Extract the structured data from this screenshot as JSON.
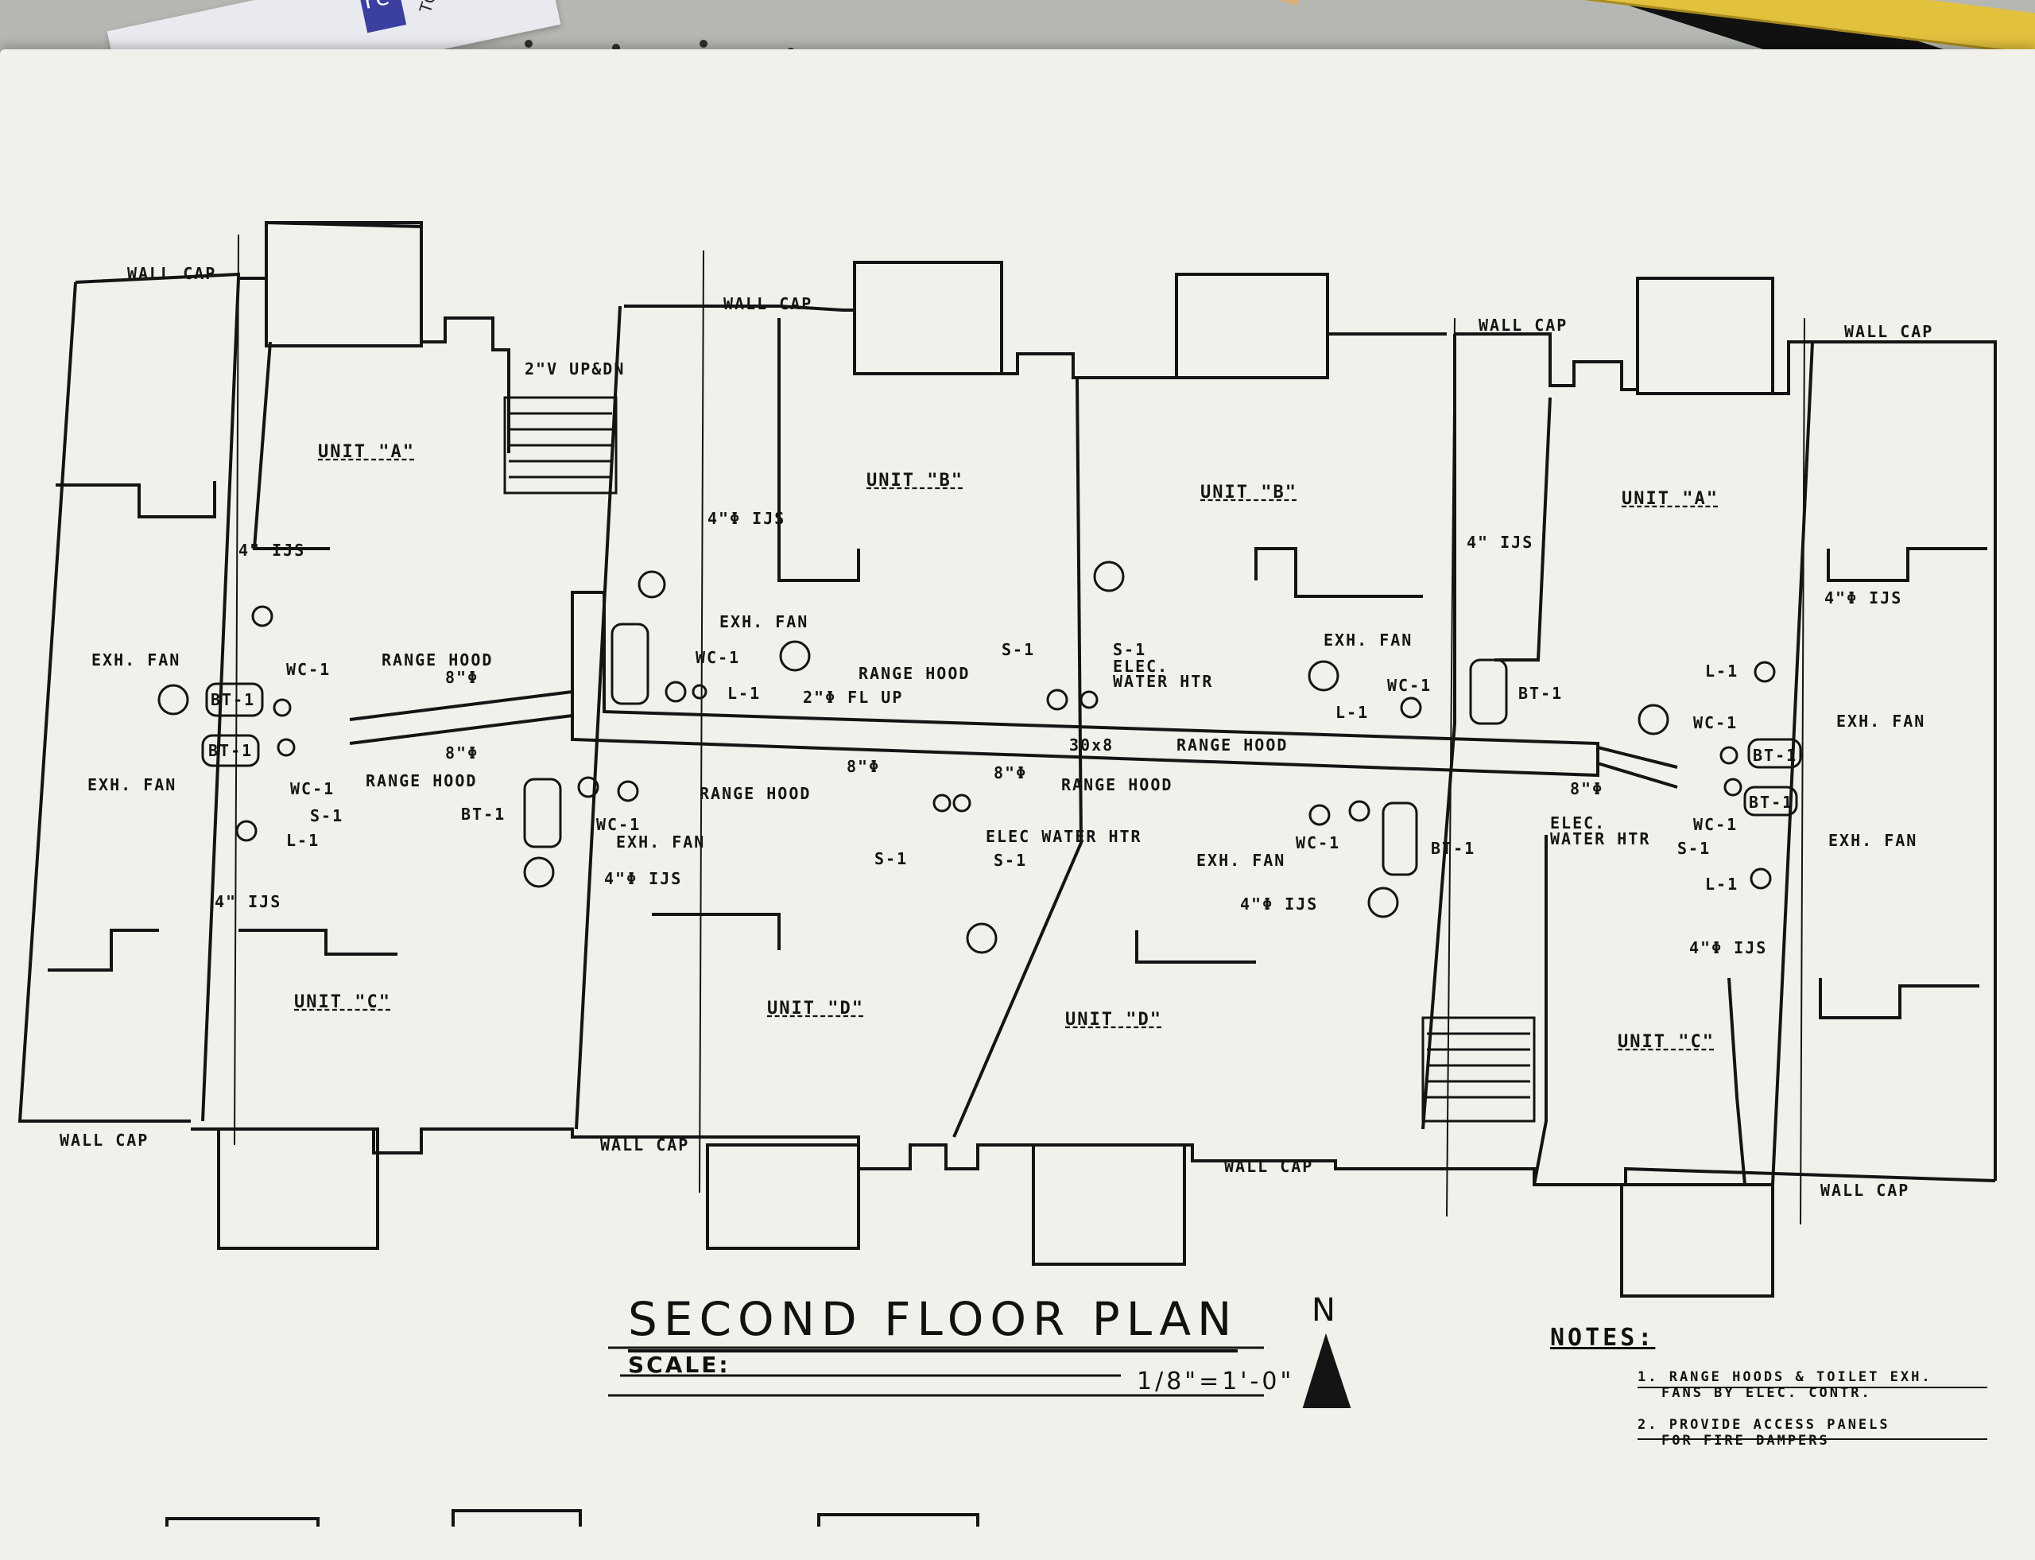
{
  "drawing": {
    "title": "SECOND FLOOR PLAN",
    "scale_label": "SCALE:",
    "scale_value": "1/8\"=1'-0\"",
    "north_label": "N"
  },
  "units": [
    "UNIT \"A\"",
    "UNIT \"B\"",
    "UNIT \"B\"",
    "UNIT \"A\"",
    "UNIT \"C\"",
    "UNIT \"D\"",
    "UNIT \"D\"",
    "UNIT \"C\""
  ],
  "labels": {
    "wall_cap": "WALL CAP",
    "exh_fan": "EXH. FAN",
    "range_hood": "RANGE HOOD",
    "duct_4_us": "4\"Φ IJS",
    "duct_4_us_alt": "4\" IJS",
    "elec_water_htr": "ELEC WATER HTR",
    "elec": "ELEC.",
    "water_htr": "WATER HTR",
    "duct_8": "8\"Φ",
    "duct_30x8": "30x8",
    "fl_up": "2\"Φ FL UP",
    "duct_2_up": "2\"V UP&DN",
    "wc1": "WC-1",
    "bt1": "BT-1",
    "s1": "S-1",
    "l1": "L-1"
  },
  "notes": {
    "heading": "NOTES:",
    "items": [
      "1. RANGE HOODS & TOILET EXH.",
      "FANS BY ELEC. CONTR.",
      "2. PROVIDE ACCESS PANELS",
      "FOR FIRE DAMPERS"
    ]
  },
  "colors": {
    "ink": "#141414",
    "paper": "#f1f0ea",
    "desk": "#b5b8b2"
  },
  "desk_items": {
    "envelope_brand": "Fe",
    "envelope_text": "TOTAL"
  }
}
